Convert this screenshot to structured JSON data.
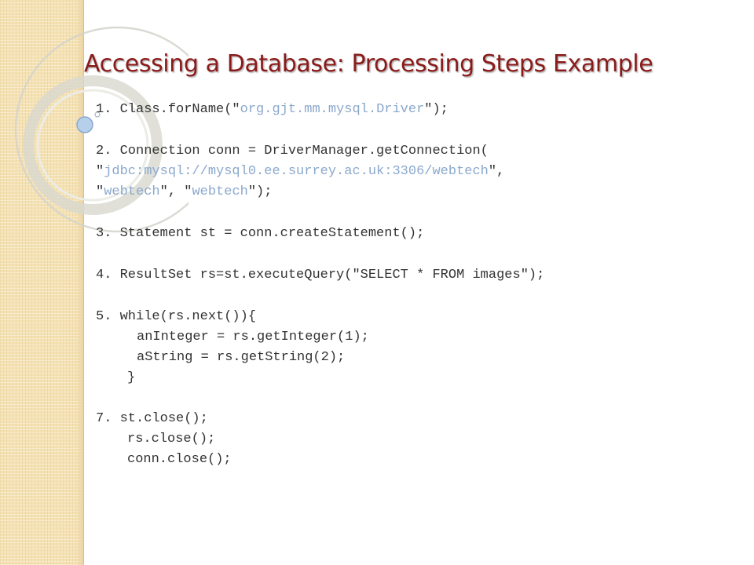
{
  "slide": {
    "title": "Accessing a Database: Processing Steps Example",
    "steps": {
      "s1": {
        "num": "1.",
        "pre": " Class.forName(\"",
        "str": "org.gjt.mm.mysql.Driver",
        "post": "\");"
      },
      "s2": {
        "num": "2.",
        "line1": " Connection conn = DriverManager.getConnection(",
        "q1": "\"",
        "url": "jdbc:mysql://mysql0.ee.surrey.ac.uk:3306/webtech",
        "q2": "\",",
        "q3": "\"",
        "user": "webtech",
        "q4": "\", \"",
        "pass": "webtech",
        "q5": "\");"
      },
      "s3": {
        "num": "3.",
        "text": " Statement st = conn.createStatement();"
      },
      "s4": {
        "num": "4.",
        "text": " ResultSet rs=st.executeQuery(\"SELECT * FROM images\");"
      },
      "s5": {
        "num": "5.",
        "text": " while(rs.next()){",
        "body1": "anInteger = rs.getInteger(1);",
        "body2": "aString = rs.getString(2);",
        "close": "}"
      },
      "s7": {
        "num": "7.",
        "text": " st.close();",
        "line2": "rs.close();",
        "line3": "conn.close();"
      }
    }
  },
  "colors": {
    "title": "#8b1b1b",
    "code": "#333333",
    "string": "#8aa8cc",
    "band": "#f5e2b4"
  }
}
